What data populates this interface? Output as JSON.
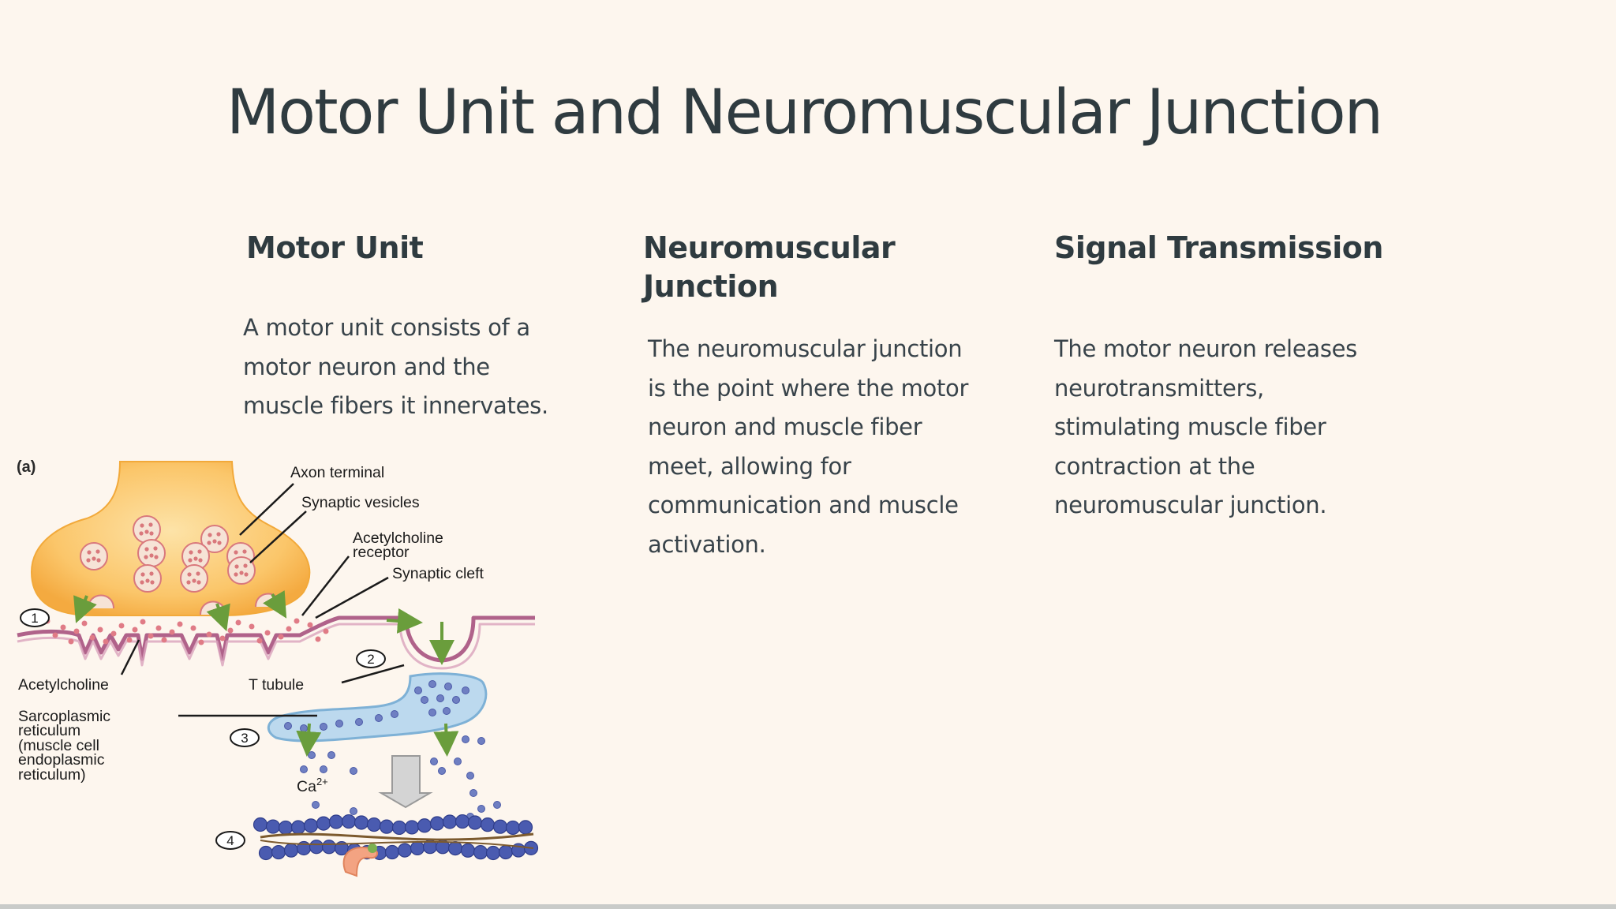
{
  "title": "Motor Unit and Neuromuscular Junction",
  "columns": [
    {
      "heading": "Motor Unit",
      "body": "A motor unit consists of a motor neuron and the muscle fibers it innervates."
    },
    {
      "heading": "Neuromuscular Junction",
      "body": "The neuromuscular junction is the point where the motor neuron and muscle fiber meet, allowing for communication and muscle activation."
    },
    {
      "heading": "Signal Transmission",
      "body": "The motor neuron releases neurotransmitters, stimulating muscle fiber contraction at the neuromuscular junction."
    }
  ],
  "diagram": {
    "panel_label": "(a)",
    "labels": {
      "axon_terminal": "Axon terminal",
      "synaptic_vesicles": "Synaptic vesicles",
      "ach_receptor_1": "Acetylcholine",
      "ach_receptor_2": "receptor",
      "synaptic_cleft": "Synaptic cleft",
      "acetylcholine": "Acetylcholine",
      "t_tubule": "T tubule",
      "sr_1": "Sarcoplasmic",
      "sr_2": "reticulum",
      "sr_3": "(muscle cell",
      "sr_4": "endoplasmic",
      "sr_5": "reticulum)",
      "ca": "Ca",
      "ca_sup": "2+"
    },
    "steps": [
      "1",
      "2",
      "3",
      "4"
    ],
    "colors": {
      "terminal_fill": "#fbc66a",
      "terminal_edge": "#f2a93a",
      "vesicle": "#f6e3d6",
      "vesicle_dot": "#d9787c",
      "membrane": "#b0628a",
      "sr_fill": "#bcd9ee",
      "sr_edge": "#7eb1d6",
      "calcium": "#6f7fc2",
      "arrow_green": "#6a9d3c",
      "myosin": "#f3a382",
      "actin": "#4a5bb0"
    }
  }
}
